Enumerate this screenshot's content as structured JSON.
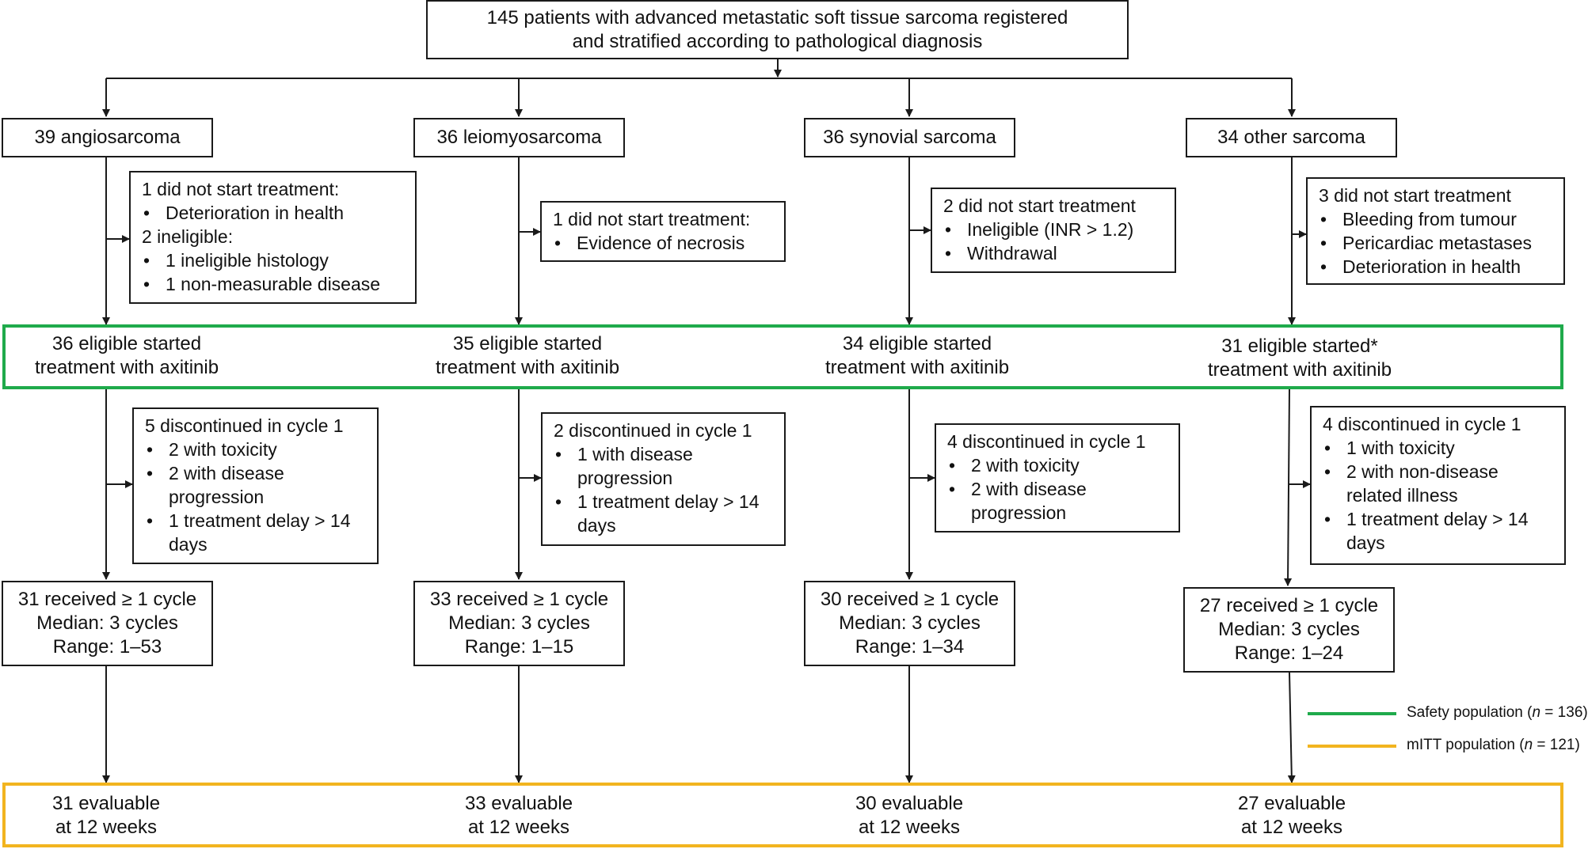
{
  "colors": {
    "safety": "#1faa4b",
    "mitt": "#f2b41f",
    "line": "#1a1a1a"
  },
  "top": {
    "line1": "145 patients with advanced metastatic soft tissue sarcoma registered",
    "line2": "and stratified according to pathological diagnosis"
  },
  "arms": [
    {
      "label": "39 angiosarcoma",
      "excl": {
        "items": [
          {
            "t": "1 did not start treatment:",
            "b": false
          },
          {
            "t": "Deterioration in health",
            "b": true
          },
          {
            "t": "2 ineligible:",
            "b": false
          },
          {
            "t": "1 ineligible histology",
            "b": true
          },
          {
            "t": "1 non-measurable disease",
            "b": true
          }
        ]
      },
      "started": [
        "36 eligible started",
        "treatment with axitinib"
      ],
      "disc": {
        "items": [
          {
            "t": "5 discontinued in cycle 1",
            "b": false
          },
          {
            "t": "2 with toxicity",
            "b": true
          },
          {
            "t": "2 with disease progression",
            "b": true
          },
          {
            "t": "1 treatment delay > 14 days",
            "b": true
          }
        ]
      },
      "received": [
        "31 received ≥ 1 cycle",
        "Median: 3 cycles",
        "Range: 1–53"
      ],
      "evaluable": [
        "31 evaluable",
        "at 12 weeks"
      ]
    },
    {
      "label": "36 leiomyosarcoma",
      "excl": {
        "items": [
          {
            "t": "1 did not start treatment:",
            "b": false
          },
          {
            "t": "Evidence of necrosis",
            "b": true
          }
        ]
      },
      "started": [
        "35 eligible started",
        "treatment with axitinib"
      ],
      "disc": {
        "items": [
          {
            "t": "2 discontinued in cycle 1",
            "b": false
          },
          {
            "t": "1 with disease progression",
            "b": true
          },
          {
            "t": "1 treatment delay > 14 days",
            "b": true
          }
        ]
      },
      "received": [
        "33 received ≥ 1 cycle",
        "Median: 3 cycles",
        "Range: 1–15"
      ],
      "evaluable": [
        "33 evaluable",
        "at 12 weeks"
      ]
    },
    {
      "label": "36 synovial sarcoma",
      "excl": {
        "items": [
          {
            "t": "2 did not start treatment",
            "b": false
          },
          {
            "t": "Ineligible (INR > 1.2)",
            "b": true
          },
          {
            "t": "Withdrawal",
            "b": true
          }
        ]
      },
      "started": [
        "34 eligible started",
        "treatment with axitinib"
      ],
      "disc": {
        "items": [
          {
            "t": "4 discontinued in cycle 1",
            "b": false
          },
          {
            "t": "2 with toxicity",
            "b": true
          },
          {
            "t": "2 with disease progression",
            "b": true
          }
        ]
      },
      "received": [
        "30 received ≥ 1 cycle",
        "Median: 3 cycles",
        "Range: 1–34"
      ],
      "evaluable": [
        "30 evaluable",
        "at 12 weeks"
      ]
    },
    {
      "label": "34 other sarcoma",
      "excl": {
        "items": [
          {
            "t": "3 did not start treatment",
            "b": false
          },
          {
            "t": "Bleeding from tumour",
            "b": true
          },
          {
            "t": "Pericardiac metastases",
            "b": true
          },
          {
            "t": "Deterioration in health",
            "b": true
          }
        ]
      },
      "started": [
        "31 eligible started*",
        "treatment with axitinib"
      ],
      "disc": {
        "items": [
          {
            "t": "4 discontinued in cycle 1",
            "b": false
          },
          {
            "t": "1 with toxicity",
            "b": true
          },
          {
            "t": "2 with non-disease related illness",
            "b": true
          },
          {
            "t": "1 treatment delay > 14 days",
            "b": true
          }
        ]
      },
      "received": [
        "27 received ≥ 1 cycle",
        "Median: 3 cycles",
        "Range: 1–24"
      ],
      "evaluable": [
        "27 evaluable",
        "at 12 weeks"
      ]
    }
  ],
  "legend": {
    "safety": {
      "label": "Safety population (",
      "n": "n",
      "value": " = 136)"
    },
    "mitt": {
      "label": "mITT population (",
      "n": "n",
      "value": " = 121)"
    }
  }
}
